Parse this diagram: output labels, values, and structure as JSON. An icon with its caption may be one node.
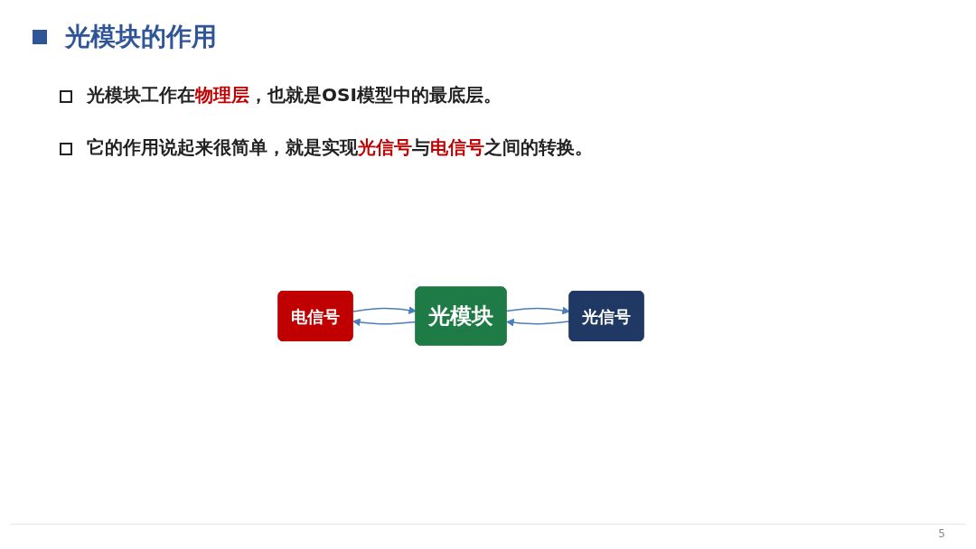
{
  "diagram": {
    "title": "光模块的作用",
    "nodes": [
      {
        "text": [
          "电信号"
        ]
      },
      {
        "text": [
          "光模块"
        ]
      },
      {
        "text": [
          "光信号"
        ]
      }
    ],
    "edges": [
      {
        "from": 0,
        "to": 1,
        "arrow": "to"
      },
      {
        "from": 1,
        "to": 0,
        "arrow": "to"
      },
      {
        "from": 1,
        "to": 2,
        "arrow": "to"
      },
      {
        "from": 2,
        "to": 1,
        "arrow": "to"
      }
    ],
    "labels": [
      "光模块工作在**物理层**，也就是OSI模型中的最底层。",
      "它的作用说起来很简单，就是实现**光信号**与**电信号**之间的转换。",
      "5"
    ]
  }
}
